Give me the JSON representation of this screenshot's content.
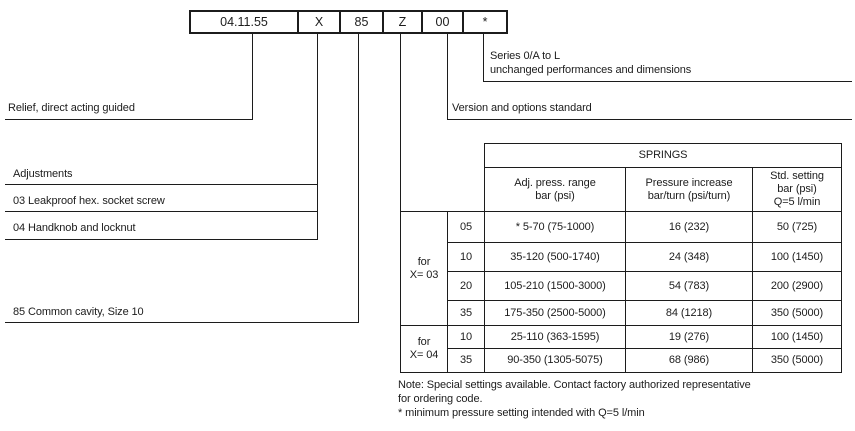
{
  "code_box": {
    "segments": [
      "04.11.55",
      "X",
      "85",
      "Z",
      "00",
      "*"
    ]
  },
  "callouts": {
    "series": "Series 0/A to L\nunchanged performances and dimensions",
    "version": "Version and options standard",
    "relief": "Relief, direct acting guided",
    "adjustments_heading": "Adjustments",
    "adjustment_03": "03 Leakproof hex. socket screw",
    "adjustment_04": "04 Handknob and locknut",
    "cavity": "85 Common cavity, Size 10"
  },
  "springs_table": {
    "title": "SPRINGS",
    "col_headers": [
      "Adj. press. range\nbar (psi)",
      "Pressure increase\nbar/turn (psi/turn)",
      "Std. setting\nbar (psi)\nQ=5 l/min"
    ],
    "groups": [
      {
        "label": "for\nX= 03"
      },
      {
        "label": "for\nX= 04"
      }
    ],
    "rows": [
      {
        "code": "05",
        "range": "* 5-70 (75-1000)",
        "increase": "16 (232)",
        "setting": "50 (725)"
      },
      {
        "code": "10",
        "range": "35-120 (500-1740)",
        "increase": "24 (348)",
        "setting": "100 (1450)"
      },
      {
        "code": "20",
        "range": "105-210 (1500-3000)",
        "increase": "54 (783)",
        "setting": "200 (2900)"
      },
      {
        "code": "35",
        "range": "175-350 (2500-5000)",
        "increase": "84 (1218)",
        "setting": "350 (5000)"
      },
      {
        "code": "10",
        "range": "25-110 (363-1595)",
        "increase": "19 (276)",
        "setting": "100 (1450)"
      },
      {
        "code": "35",
        "range": "90-350 (1305-5075)",
        "increase": "68 (986)",
        "setting": "350 (5000)"
      }
    ]
  },
  "notes": {
    "lines": [
      "Note: Special settings available. Contact factory authorized representative",
      "for ordering code.",
      "* minimum pressure setting intended with Q=5 l/min"
    ]
  },
  "colors": {
    "text": "#1c1c1c",
    "line": "#1c1c1c",
    "background": "#ffffff"
  }
}
